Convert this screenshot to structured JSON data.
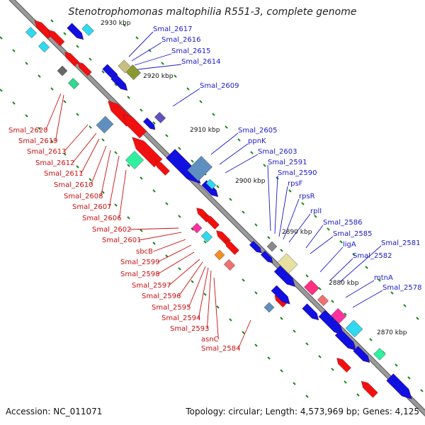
{
  "title": "Stenotrophomonas maltophilia R551-3, complete genome",
  "footer": {
    "accession": "Accession: NC_011071",
    "summary": "Topology: circular; Length: 4,573,969 bp; Genes: 4,125"
  },
  "colors": {
    "backbone": "#8c8c8c",
    "tick": "#1a8c1a",
    "forward_label": "#1a1acc",
    "reverse_label": "#cc1010",
    "forward_gene": "#1010e0",
    "reverse_gene": "#f01010"
  },
  "scale_labels": [
    "2930 kbp",
    "2920 kbp",
    "2910 kbp",
    "2900 kbp",
    "2890 kbp",
    "2880 kbp",
    "2870 kbp"
  ],
  "forward_labels": [
    "Smal_2617",
    "Smal_2616",
    "Smal_2615",
    "Smal_2614",
    "Smal_2609",
    "Smal_2605",
    "ppnK",
    "Smal_2603",
    "Smal_2591",
    "Smal_2590",
    "rpsF",
    "rpsR",
    "rplI",
    "Smal_2586",
    "Smal_2585",
    "ligA",
    "Smal_2582",
    "Smal_2581",
    "mtnA",
    "Smal_2578"
  ],
  "reverse_labels": [
    "Smal_2620",
    "Smal_2619",
    "Smal_2613",
    "Smal_2612",
    "Smal_2611",
    "Smal_2610",
    "Smal_2608",
    "Smal_2607",
    "Smal_2606",
    "Smal_2602",
    "Smal_2601",
    "sbcB",
    "Smal_2599",
    "Smal_2598",
    "Smal_2597",
    "Smal_2596",
    "Smal_2595",
    "Smal_2594",
    "Smal_2593",
    "asnC",
    "Smal_2584"
  ]
}
